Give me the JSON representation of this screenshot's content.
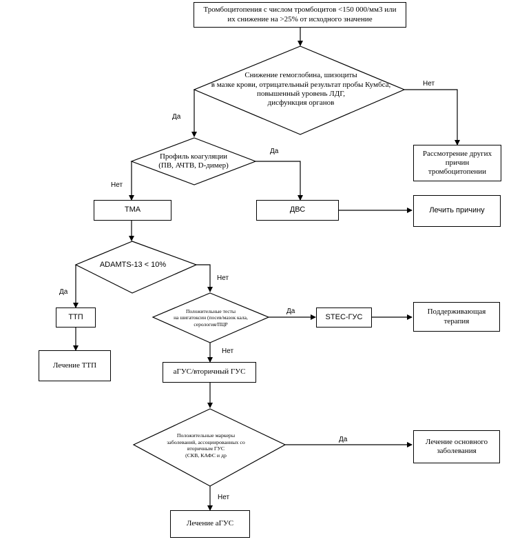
{
  "nodes": {
    "start": {
      "lines": [
        "Тромбоцитопения с числом тромбоцитов <150 000/мм3 или",
        "их снижение на >25% от исходного значение"
      ]
    },
    "d1": {
      "lines": [
        "Снижение гемоглобина, шизоциты",
        "в мазке крови, отрицательный результат пробы Кумбса,",
        "повышенный уровень ЛДГ,",
        "дисфункция органов"
      ]
    },
    "other": {
      "lines": [
        "Рассмотрение других",
        "причин",
        "тромбоцитопении"
      ]
    },
    "d2": {
      "lines": [
        "Профиль коагуляции",
        "(ПВ, АЧТВ, D-димер)"
      ]
    },
    "tma": {
      "text": "ТМА"
    },
    "dic": {
      "text": "ДВС"
    },
    "treat_cause": {
      "text": "Лечить причину"
    },
    "d3": {
      "text": "ADAMTS-13 < 10%"
    },
    "ttp": {
      "text": "ТТП"
    },
    "treat_ttp": {
      "text": "Лечение ТТП"
    },
    "d4": {
      "lines": [
        "Положительные тесты",
        "на шигатоксин (посев/мазок кала,",
        "серология/ПЦР"
      ]
    },
    "stec": {
      "text": "STEC-ГУС"
    },
    "support": {
      "lines": [
        "Поддерживающая",
        "терапия"
      ]
    },
    "agus": {
      "text": "аГУС/вторичный ГУС"
    },
    "d5": {
      "lines": [
        "Положительные маркеры",
        "заболеваний, ассоциированных со",
        "вторичным ГУС",
        "(СКВ, КАФС и др"
      ]
    },
    "treat_underlying": {
      "lines": [
        "Лечение основного",
        "заболевания"
      ]
    },
    "treat_agus": {
      "text": "Лечение аГУС"
    }
  },
  "labels": {
    "d1_yes": "Да",
    "d1_no": "Нет",
    "d2_yes": "Да",
    "d2_no": "Нет",
    "d3_yes": "Да",
    "d3_no": "Нет",
    "d4_yes": "Да",
    "d4_no": "Нет",
    "d5_yes": "Да",
    "d5_no": "Нет"
  },
  "colors": {
    "line": "#000000",
    "fill": "#ffffff"
  }
}
